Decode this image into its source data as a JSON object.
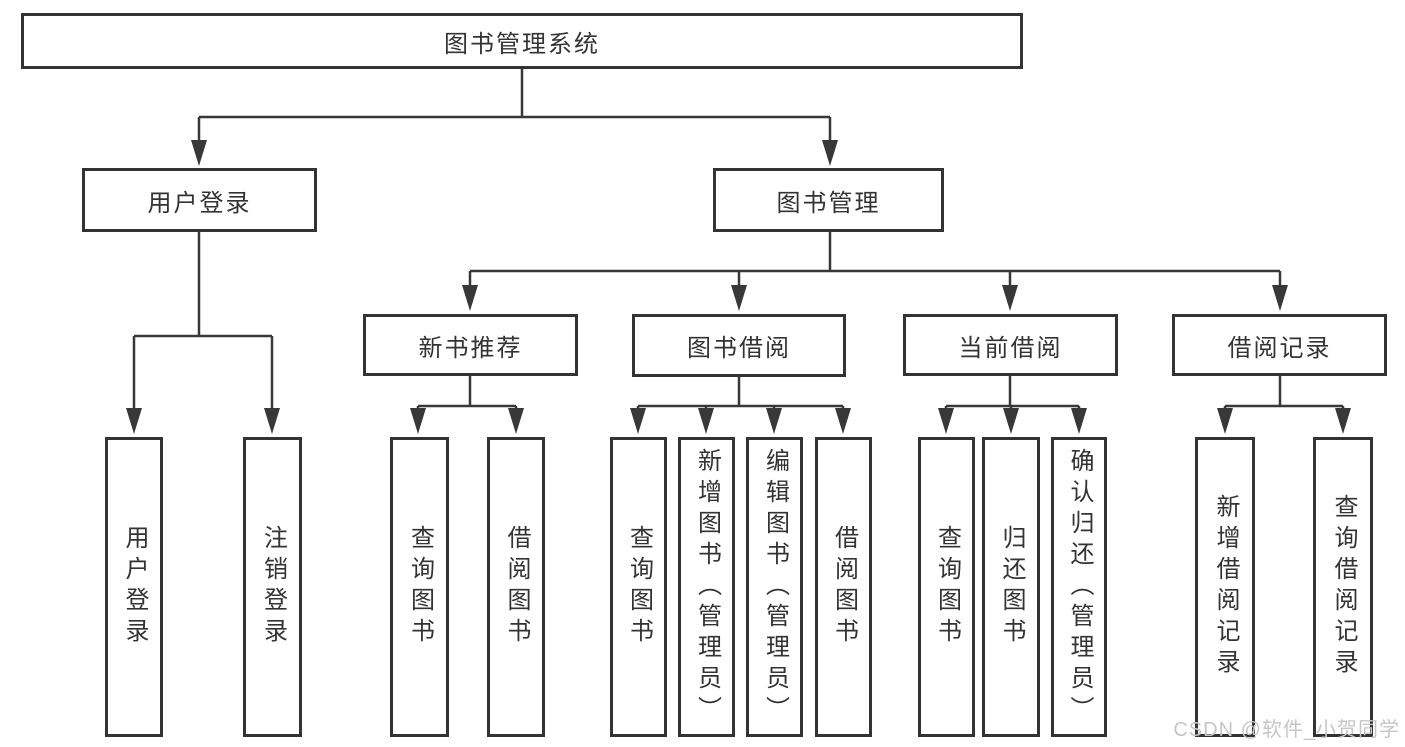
{
  "diagram": {
    "root": "图书管理系统",
    "level2": [
      {
        "label": "用户登录"
      },
      {
        "label": "图书管理"
      }
    ],
    "level3": [
      {
        "label": "新书推荐"
      },
      {
        "label": "图书借阅"
      },
      {
        "label": "当前借阅"
      },
      {
        "label": "借阅记录"
      }
    ],
    "leaves": {
      "user_login": [
        "用户登录",
        "注销登录"
      ],
      "new_book": [
        "查询图书",
        "借阅图书"
      ],
      "book_borrow": [
        "查询图书",
        "新增图书（管理员）",
        "编辑图书（管理员）",
        "借阅图书"
      ],
      "current_borrow": [
        "查询图书",
        "归还图书",
        "确认归还（管理员）"
      ],
      "borrow_records": [
        "新增借阅记录",
        "查询借阅记录"
      ]
    }
  },
  "watermark": "CSDN @软件_小贺同学",
  "colors": {
    "line": "#383838",
    "box_border": "#333333",
    "box_fill": "#ffffff",
    "text": "#333333",
    "watermark": "#c6c6c6",
    "background": "#ffffff"
  }
}
